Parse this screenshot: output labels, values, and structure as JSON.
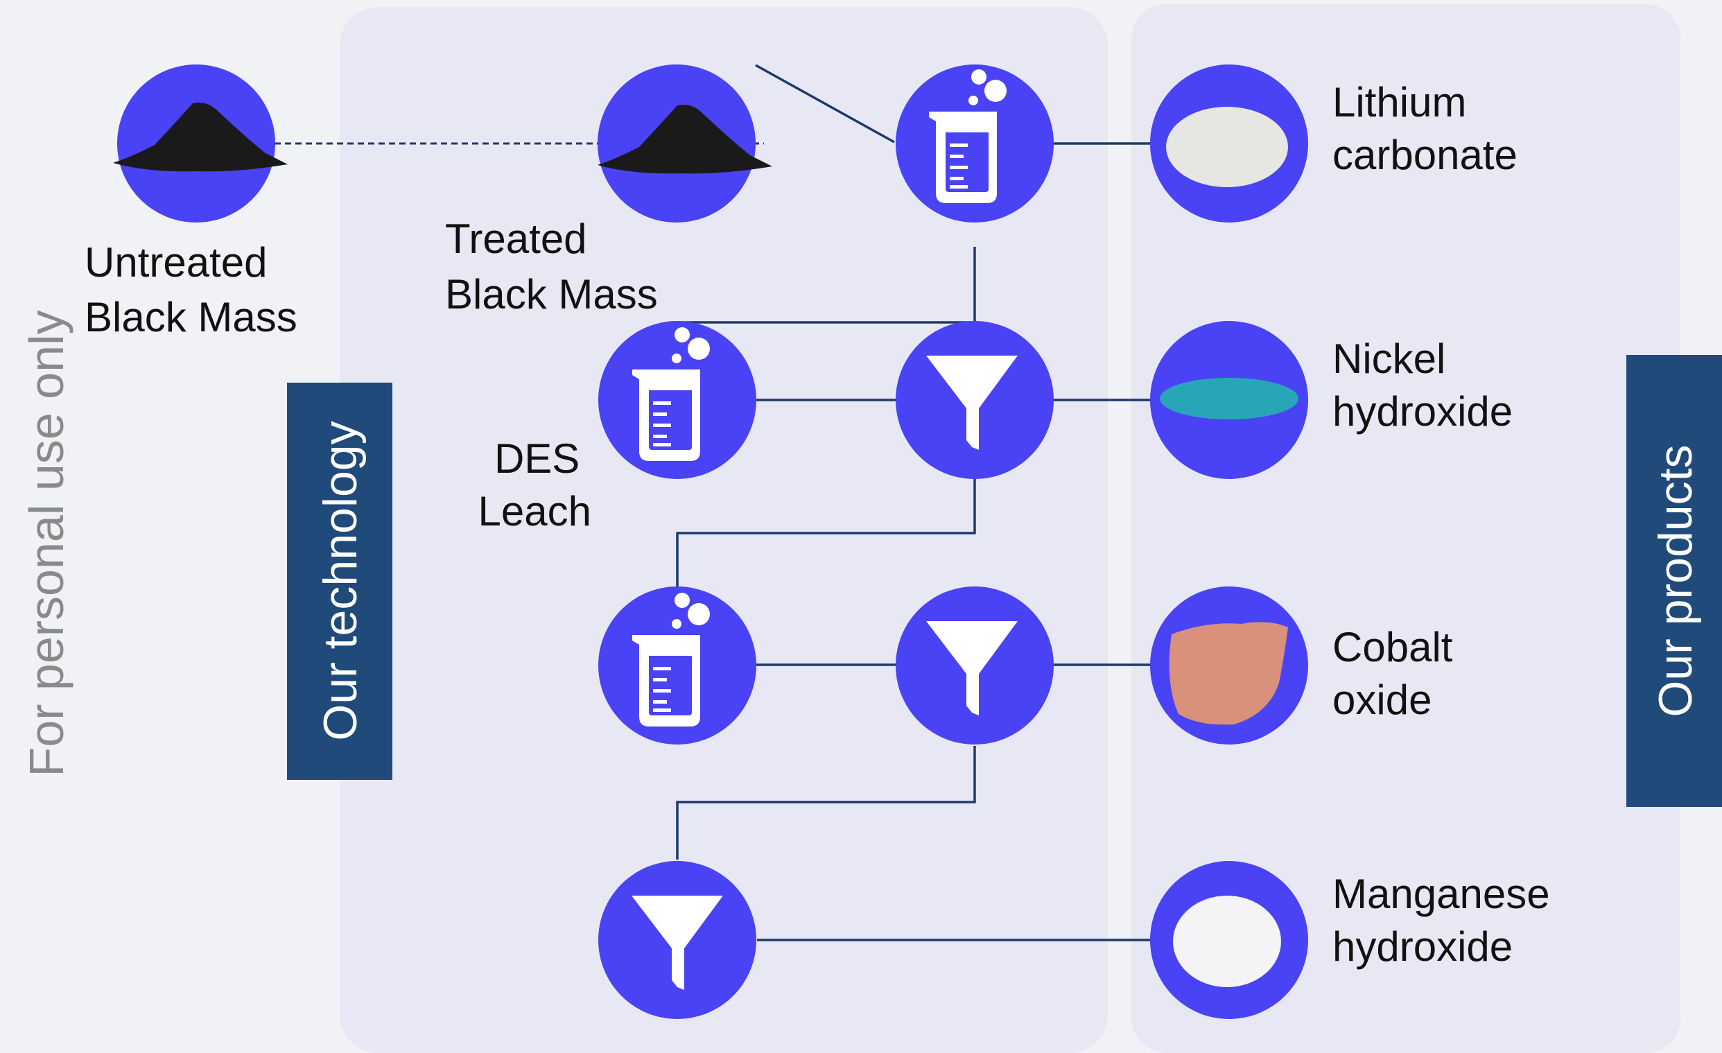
{
  "watermark": "For personal use only",
  "banners": {
    "technology": "Our technology",
    "products": "Our products"
  },
  "inputs": {
    "untreated": [
      "Untreated",
      "Black Mass"
    ],
    "treated": [
      "Treated",
      "Black Mass"
    ],
    "leach": [
      "DES",
      "Leach"
    ]
  },
  "products": [
    {
      "line1": "Lithium",
      "line2": "carbonate",
      "color": "#e6e6e2"
    },
    {
      "line1": "Nickel",
      "line2": "hydroxide",
      "color": "#28a6b8"
    },
    {
      "line1": "Cobalt",
      "line2": "oxide",
      "color": "#d9917c"
    },
    {
      "line1": "Manganese",
      "line2": "hydroxide",
      "color": "#f4f4f6"
    }
  ],
  "icons": {
    "beaker": "beaker-icon",
    "funnel": "funnel-icon",
    "powder": "powder-icon"
  },
  "colors": {
    "circle": "#4a42f5",
    "banner": "#1f4a7a",
    "panel": "#e8e8f5",
    "line": "#1e3a6b"
  }
}
